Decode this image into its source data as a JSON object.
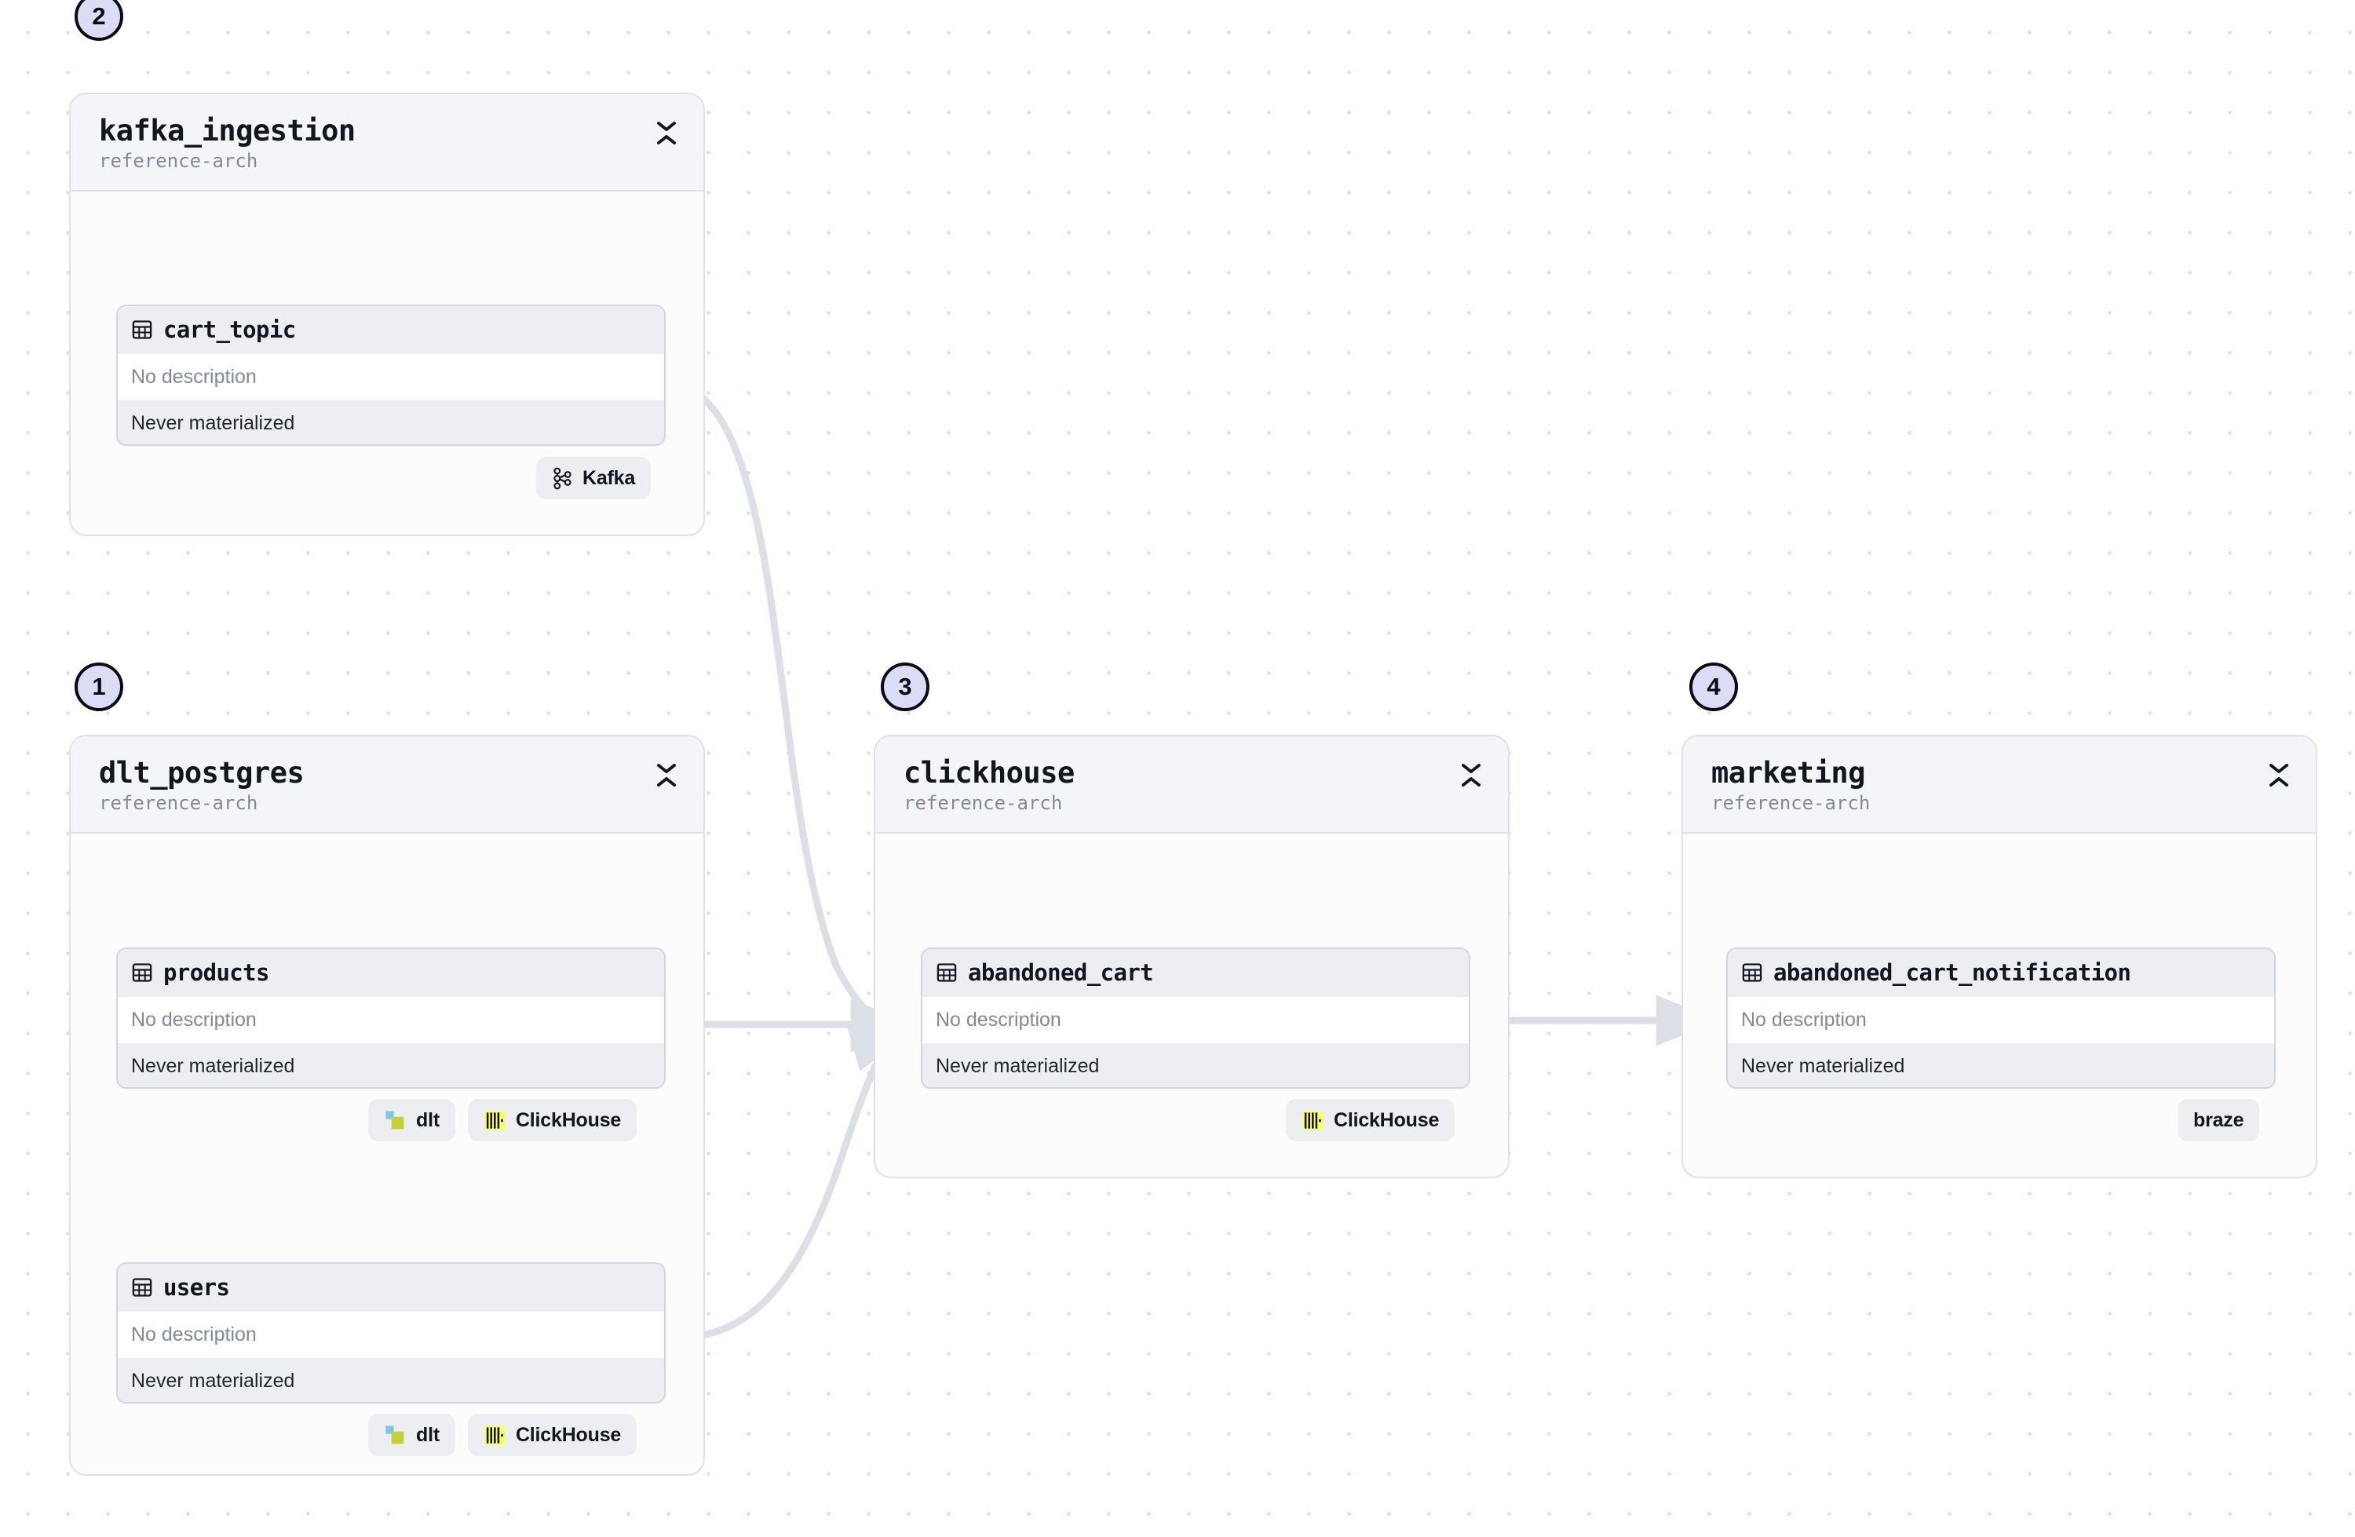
{
  "canvas": {
    "background": "#ffffff",
    "grid_dot_color": "#dfe1e8",
    "edge_color": "#dcdfe5"
  },
  "steps": [
    {
      "number": "1",
      "for_group": "dlt_postgres"
    },
    {
      "number": "2",
      "for_group": "kafka_ingestion"
    },
    {
      "number": "3",
      "for_group": "clickhouse"
    },
    {
      "number": "4",
      "for_group": "marketing"
    }
  ],
  "groups": [
    {
      "id": "kafka_ingestion",
      "title": "kafka_ingestion",
      "subtitle": "reference-arch",
      "collapse_icon": "collapse-icon",
      "tables": [
        {
          "name": "cart_topic",
          "icon": "table-icon",
          "description": "No description",
          "materialization": "Never materialized",
          "badges": [
            {
              "label": "Kafka",
              "icon": "kafka-icon"
            }
          ]
        }
      ]
    },
    {
      "id": "dlt_postgres",
      "title": "dlt_postgres",
      "subtitle": "reference-arch",
      "collapse_icon": "collapse-icon",
      "tables": [
        {
          "name": "products",
          "icon": "table-icon",
          "description": "No description",
          "materialization": "Never materialized",
          "badges": [
            {
              "label": "dlt",
              "icon": "dlt-icon"
            },
            {
              "label": "ClickHouse",
              "icon": "clickhouse-icon"
            }
          ]
        },
        {
          "name": "users",
          "icon": "table-icon",
          "description": "No description",
          "materialization": "Never materialized",
          "badges": [
            {
              "label": "dlt",
              "icon": "dlt-icon"
            },
            {
              "label": "ClickHouse",
              "icon": "clickhouse-icon"
            }
          ]
        }
      ]
    },
    {
      "id": "clickhouse",
      "title": "clickhouse",
      "subtitle": "reference-arch",
      "collapse_icon": "collapse-icon",
      "tables": [
        {
          "name": "abandoned_cart",
          "icon": "table-icon",
          "description": "No description",
          "materialization": "Never materialized",
          "badges": [
            {
              "label": "ClickHouse",
              "icon": "clickhouse-icon"
            }
          ]
        }
      ]
    },
    {
      "id": "marketing",
      "title": "marketing",
      "subtitle": "reference-arch",
      "collapse_icon": "collapse-icon",
      "tables": [
        {
          "name": "abandoned_cart_notification",
          "icon": "table-icon",
          "description": "No description",
          "materialization": "Never materialized",
          "badges": [
            {
              "label": "braze",
              "icon": "none"
            }
          ]
        }
      ]
    }
  ],
  "edges": [
    {
      "from": "cart_topic",
      "to": "abandoned_cart"
    },
    {
      "from": "products",
      "to": "abandoned_cart"
    },
    {
      "from": "users",
      "to": "abandoned_cart"
    },
    {
      "from": "abandoned_cart",
      "to": "abandoned_cart_notification"
    }
  ],
  "colors": {
    "badge_fill": "#dcdcf7",
    "badge_stroke": "#0b0b14",
    "group_header_bg": "#f4f5f8",
    "group_border": "#dfe1e8",
    "node_header_bg": "#eceef2",
    "clickhouse_yellow": "#faff69",
    "dlt_cyan": "#7ec8e3",
    "dlt_green": "#c4d038"
  }
}
